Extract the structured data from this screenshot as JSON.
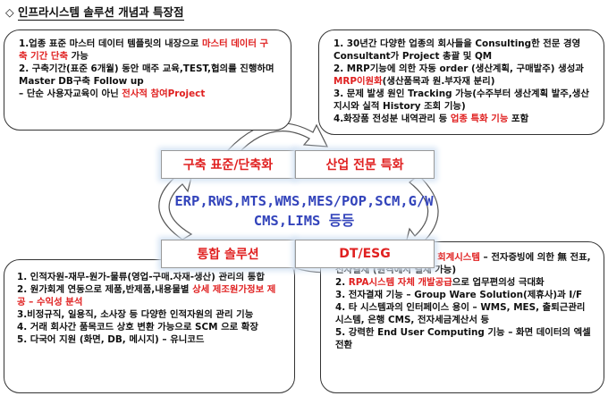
{
  "title": {
    "symbol": "◇",
    "text": "인프라시스템 솔루션 개념과 특장점"
  },
  "boxes": {
    "top_left": {
      "items": [
        {
          "parts": [
            {
              "t": "1.업종 표준 마스터 데이터 템플릿의 내장으로 ",
              "red": false
            },
            {
              "t": "마스터 데이터 구축 기간 단축",
              "red": true
            },
            {
              "t": " 가능",
              "red": false
            }
          ]
        },
        {
          "parts": [
            {
              "t": "2. 구축기간(표준 6개월) 동안 매주 교육,TEST,협의를 진행하며 Master DB구축 Follow up",
              "red": false
            }
          ]
        },
        {
          "parts": [
            {
              "t": "  – 단순 사용자교육이 아닌 ",
              "red": false
            },
            {
              "t": "전사적 참여Project",
              "red": true
            }
          ]
        }
      ]
    },
    "top_right": {
      "items": [
        {
          "parts": [
            {
              "t": "1. 30년간 다양한 업종의 회사들을 Consulting한 전문 경영Consultant가 Project 총괄 및 QM",
              "red": false
            }
          ]
        },
        {
          "parts": [
            {
              "t": "2. MRP기능에 의한 자동 order (생산계획, 구매발주) 생성과 ",
              "red": false
            },
            {
              "t": "MRP이원화",
              "red": true
            },
            {
              "t": "(생산품목과 원.부자재 분리)",
              "red": false
            }
          ]
        },
        {
          "parts": [
            {
              "t": "3. 문제 발생 원인 Tracking 가능(수주부터 생산계획 발주,생산지시와 실적 History 조회 기능)",
              "red": false
            }
          ]
        },
        {
          "parts": [
            {
              "t": "4.화장품 전성분 내역관리 등 ",
              "red": false
            },
            {
              "t": "업종 특화 기능",
              "red": true
            },
            {
              "t": " 포함",
              "red": false
            }
          ]
        }
      ]
    },
    "bottom_left": {
      "items": [
        {
          "parts": [
            {
              "t": "1. 인적자원-재무-원가-물류(영업-구매.자재-생산) 관리의 통합",
              "red": false
            }
          ]
        },
        {
          "parts": [
            {
              "t": "2. 원가회계 연동으로 제품,반제품,내용물별 ",
              "red": false
            },
            {
              "t": "상세 제조원가정보 제공 – 수익성 분석",
              "red": true
            }
          ]
        },
        {
          "parts": [
            {
              "t": "3.비정규직, 일용직, 소사장 등 다양한 인적자원의 관리 기능",
              "red": false
            }
          ]
        },
        {
          "parts": [
            {
              "t": "4. 거래 회사간 품목코드 상호 변환 가능으로 SCM 으로 확장",
              "red": false
            }
          ]
        },
        {
          "parts": [
            {
              "t": "5. 다국어 지원 (화면, DB, 메시지) – 유니코드",
              "red": false
            }
          ]
        }
      ]
    },
    "bottom_right": {
      "items": [
        {
          "parts": [
            {
              "t": "1. ",
              "red": false
            },
            {
              "t": "Paperless Green 회계시스템",
              "red": true
            },
            {
              "t": " – 전자증빙에 의한 無 전표, 전자결재 (원격에서 결재 가능)",
              "red": false
            }
          ]
        },
        {
          "parts": [
            {
              "t": "2. ",
              "red": false
            },
            {
              "t": "RPA시스템 자체 개발공급",
              "red": true
            },
            {
              "t": "으로 업무편의성 극대화",
              "red": false
            }
          ]
        },
        {
          "parts": [
            {
              "t": "3. 전자결재 기능 – Group Ware Solution(제휴사)과 I/F",
              "red": false
            }
          ]
        },
        {
          "parts": [
            {
              "t": "4. 타 시스템과의 인터페이스 용이 – WMS, MES, 출퇴근관리시스템, 은행 CMS, 전자세금계산서 등",
              "red": false
            }
          ]
        },
        {
          "parts": [
            {
              "t": "5. 강력한 End User Computing 기능 – 화면 데이터의 엑셀 전환",
              "red": false
            }
          ]
        }
      ]
    }
  },
  "pills": {
    "build": "구축 표준/단축화",
    "industry": "산업 전문 특화",
    "integrated": "통합 솔루션",
    "dt_esg": "DT/ESG"
  },
  "center": {
    "line1": "ERP,RWS,MTS,WMS,MES/POP,SCM,G/W",
    "line2": "CMS,LIMS 등등"
  },
  "colors": {
    "accent_red": "#e02020",
    "center_text": "#3344bb",
    "pill_glow": "#d6e4f4",
    "arrow_fill": "#ffffff",
    "arrow_stroke": "#555555"
  }
}
